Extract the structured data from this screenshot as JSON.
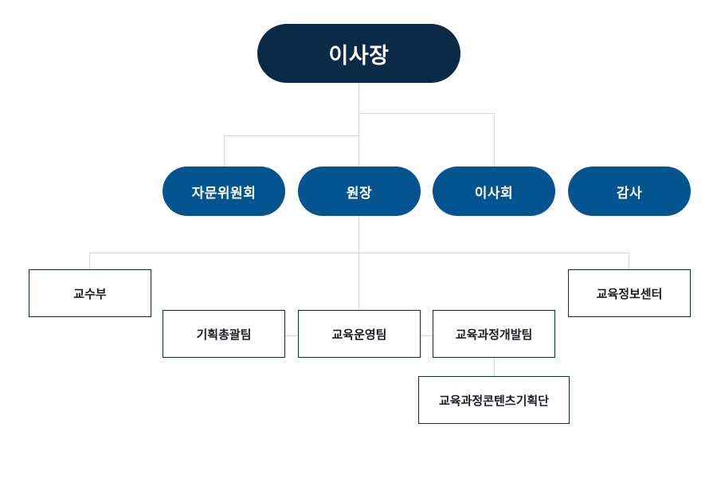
{
  "chairman": "이사장",
  "second_level": [
    "자문위원회",
    "원장",
    "이사회",
    "감사"
  ],
  "units": {
    "faculty": "교수부",
    "planning": "기획총괄팀",
    "operations": "교육운영팀",
    "curriculum_dev": "교육과정개발팀",
    "info_center": "교육정보센터",
    "content_planning": "교육과정콘텐츠기획단"
  },
  "colors": {
    "chairman_fill": "#0a2a45",
    "node_fill": "#045490",
    "box_border": "#0f2944",
    "connector": "#d6d9de"
  }
}
